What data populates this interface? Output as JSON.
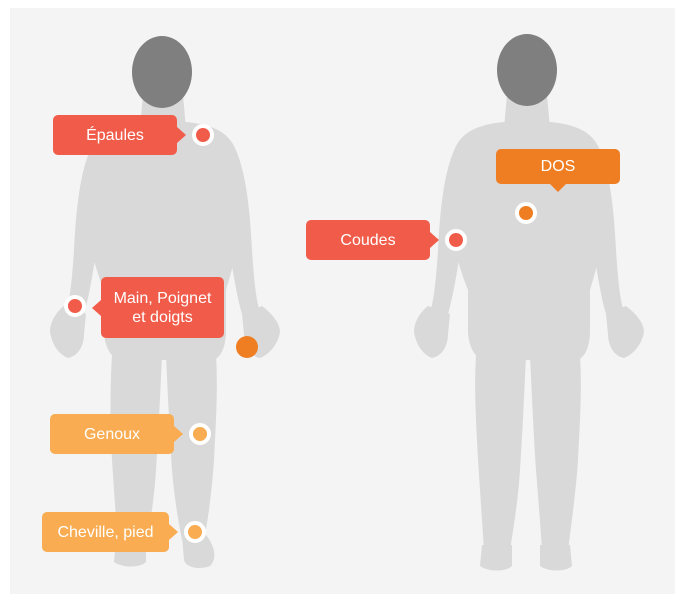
{
  "colors": {
    "red": "#f15c4a",
    "dark_orange": "#ef7d22",
    "light_orange": "#f9ac51",
    "silhouette": "#d9d9d9",
    "head": "#7f7f7f"
  },
  "labels": {
    "epaules": "Épaules",
    "dos": "DOS",
    "coudes": "Coudes",
    "main_line1": "Main, Poignet",
    "main_line2": "et doigts",
    "genoux": "Genoux",
    "cheville": "Cheville, pied"
  }
}
